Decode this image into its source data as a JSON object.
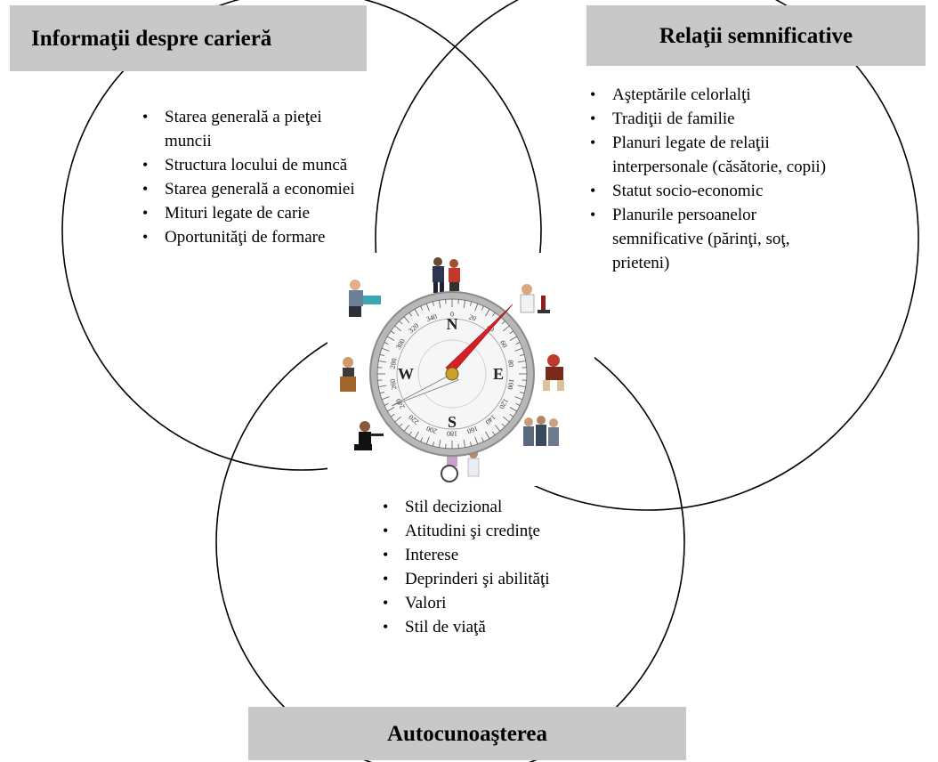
{
  "titles": {
    "career": "Informaţii despre carieră",
    "relations": "Relaţii semnificative",
    "self": "Autocunoaşterea"
  },
  "lists": {
    "career": [
      "Starea generală a pieţei muncii",
      "Structura locului de muncă",
      "Starea generală a economiei",
      "Mituri legate de carie",
      "Oportunităţi de formare"
    ],
    "relations": [
      "Aşteptările celorlalţi",
      "Tradiţii de familie",
      "Planuri legate de relaţii interpersonale (căsătorie, copii)",
      "Statut socio-economic",
      "Planurile persoanelor semnificative (părinţi, soţ, prieteni)"
    ],
    "self": [
      "Stil decizional",
      "Atitudini şi credinţe",
      "Interese",
      "Deprinderi şi abilităţi",
      "Valori",
      "Stil de viaţă"
    ]
  },
  "compass": {
    "cardinals": [
      "N",
      "E",
      "S",
      "W"
    ],
    "degree_labels": [
      "340",
      "0",
      "20",
      "40",
      "60",
      "80",
      "100",
      "120",
      "140",
      "160",
      "180",
      "200",
      "220",
      "240",
      "260",
      "280",
      "300",
      "320"
    ]
  },
  "colors": {
    "title_bg": "#c8c8c8",
    "needle_north": "#d61f26",
    "needle_south": "#f4f4f4",
    "bezel": "#a9a9a9"
  }
}
